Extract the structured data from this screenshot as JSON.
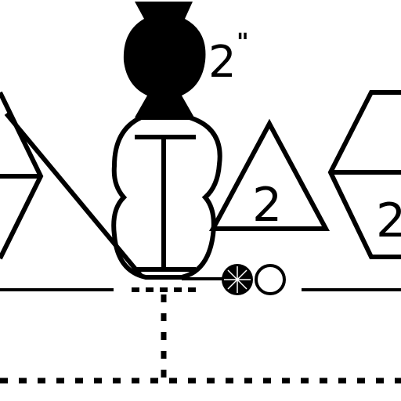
{
  "labels": {
    "top_value": "2",
    "top_unit_mark": "\"",
    "triangle_value": "2",
    "hexagon_lower_value": "2"
  },
  "colors": {
    "ink": "#000000",
    "paper": "#ffffff"
  },
  "symbols": {
    "filled_ball": "filled-circle-weld-symbol",
    "open_ball": "open-circle-symbol"
  }
}
